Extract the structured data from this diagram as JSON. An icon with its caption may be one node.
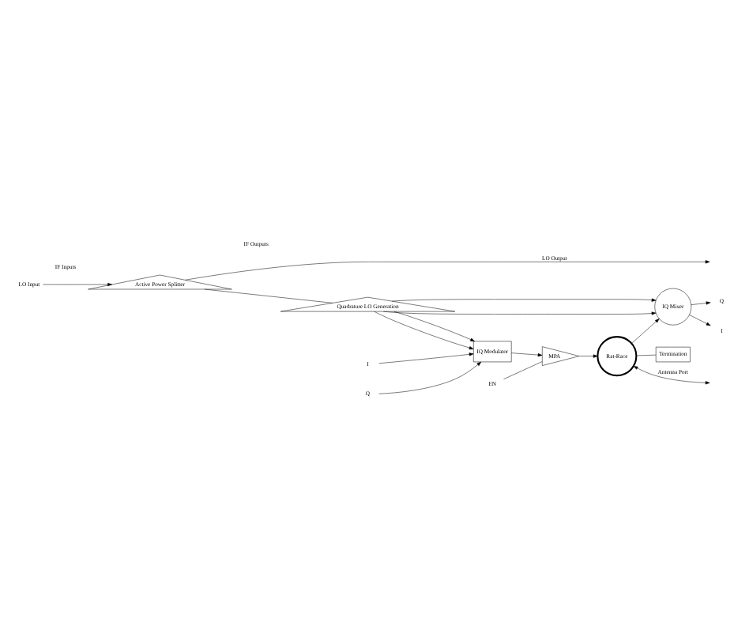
{
  "diagram": {
    "nodes": [
      {
        "text": [
          "IQ Modulator"
        ]
      },
      {
        "text": [
          "MPA"
        ]
      },
      {
        "text": [
          "Rat-Race"
        ]
      },
      {
        "text": [
          "Termination"
        ]
      },
      {
        "text": [
          "IQ Mixer"
        ]
      },
      {
        "text": [
          "Quadrature LO Generation"
        ]
      },
      {
        "text": [
          "Active Power Splitter"
        ]
      },
      {
        "text": [
          "I"
        ]
      },
      {
        "text": [
          "Q"
        ]
      },
      {
        "text": [
          "EN"
        ]
      },
      {
        "text": [
          "I"
        ]
      },
      {
        "text": [
          "Q"
        ]
      },
      {
        "text": [
          "LO Input"
        ]
      }
    ],
    "edges": [
      {
        "from": 7,
        "to": 0,
        "arrow": "to"
      },
      {
        "from": 8,
        "to": 0,
        "arrow": "to"
      },
      {
        "from": 0,
        "to": 1,
        "arrow": "to"
      },
      {
        "from": 1,
        "to": 2,
        "arrow": "to"
      },
      {
        "from": 9,
        "to": 1,
        "arrow": "none"
      },
      {
        "from": 2,
        "to": 3,
        "arrow": "none"
      },
      {
        "from": 2,
        "to": 4,
        "arrow": "to"
      },
      {
        "from": 2,
        "to": null,
        "arrow": "both",
        "label": "Antenna Port"
      },
      {
        "from": 4,
        "to": 10,
        "arrow": "to"
      },
      {
        "from": 4,
        "to": 11,
        "arrow": "to"
      },
      {
        "from": 5,
        "to": 0,
        "arrow": "to"
      },
      {
        "from": 5,
        "to": 0,
        "arrow": "to"
      },
      {
        "from": 5,
        "to": 4,
        "arrow": "to"
      },
      {
        "from": 5,
        "to": 4,
        "arrow": "to"
      },
      {
        "from": 6,
        "to": 5,
        "arrow": "none"
      },
      {
        "from": 6,
        "to": null,
        "arrow": "to",
        "label": "LO Output"
      },
      {
        "from": 12,
        "to": 6,
        "arrow": "to"
      }
    ],
    "labels": [
      "IF Inputs",
      "IF Outputs"
    ]
  }
}
